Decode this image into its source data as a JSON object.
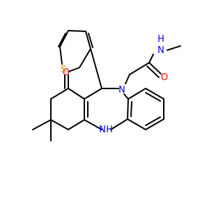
{
  "molecule": {
    "atoms": {
      "o_ketone": "O",
      "o_amide": "O",
      "n_amide": "N",
      "h_amide": "H",
      "n_ring": "N",
      "n_amine": "N",
      "h_amine": "H",
      "s_thiophene": "S"
    }
  },
  "colors": {
    "bond": "#000000",
    "oxygen": "#ff0000",
    "nitrogen": "#0000ff",
    "sulfur": "#b2a600"
  }
}
